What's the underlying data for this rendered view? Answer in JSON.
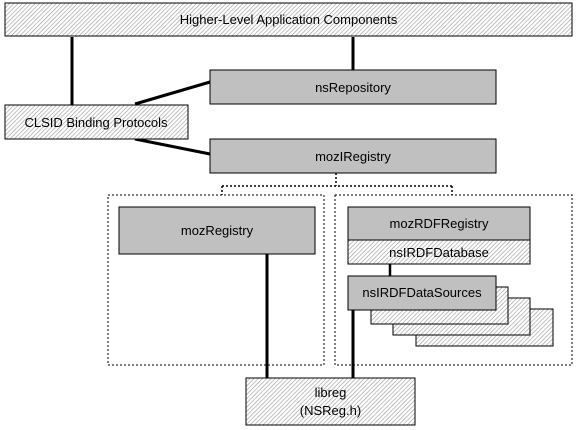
{
  "boxes": {
    "higher_level": "Higher-Level Application Components",
    "clsid": "CLSID Binding Protocols",
    "ns_repository": "nsRepository",
    "moz_i_registry": "mozIRegistry",
    "moz_registry": "mozRegistry",
    "moz_rdf_registry": "mozRDFRegistry",
    "ns_i_rdf_database": "nsIRDFDatabase",
    "ns_i_rdf_data_sources": "nsIRDFDataSources",
    "libreg_line1": "libreg",
    "libreg_line2": "(NSReg.h)"
  },
  "colors": {
    "gray_fill": "#c0c0c0",
    "line": "#000000"
  }
}
